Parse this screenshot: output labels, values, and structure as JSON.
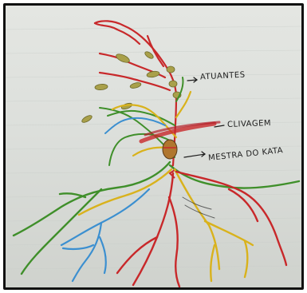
{
  "labels": {
    "atuantes": "ATUANTES",
    "clivagem": "CLIVAGEM",
    "mestra": "MESTRA DO KATA"
  },
  "colors": {
    "paper": "#dfe1dd",
    "red": "#c8282a",
    "green": "#3f8f2a",
    "yellow": "#d9b21c",
    "blue": "#3b8fd0",
    "olive": "#8e8a3a",
    "ink": "#1c1c1c"
  }
}
